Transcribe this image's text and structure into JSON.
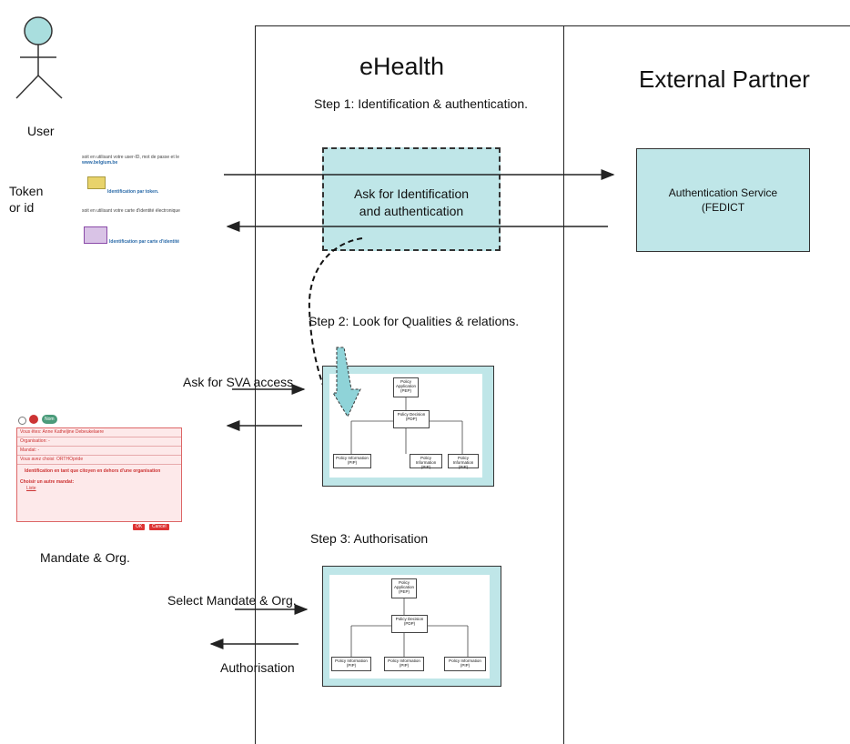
{
  "columns": {
    "ehealth_title": "eHealth",
    "external_title": "External Partner"
  },
  "steps": {
    "step1": "Step 1: Identification & authentication.",
    "step2": "Step 2: Look for Qualities & relations.",
    "step3": "Step 3: Authorisation"
  },
  "boxes": {
    "ask_identification": "Ask for Identification and authentication",
    "auth_service": "Authentication Service (FEDICT"
  },
  "left_labels": {
    "user": "User",
    "token_or_id": "Token\nor id",
    "mandate_org": "Mandate & Org."
  },
  "arrow_labels": {
    "ask_sva": "Ask for SVA access",
    "select_mandate": "Select Mandate & Org.",
    "authorisation": "Authorisation"
  },
  "login_snippet": {
    "line1": "soit en utilisant votre user-ID, mot de passe et le",
    "link1": "www.belgium.be",
    "token_link": "Identification par token.",
    "line2": "soit en utilisant votre carte d'identité électronique",
    "eid_link": "Identification par carte d'identité"
  },
  "mandate_panel": {
    "rows": [
      "Vous êtes: Anne Katheljine Debeukelaere",
      "Organisation: -",
      "Mandat: -",
      "Vous avez choisi: ORTHOpride"
    ],
    "option": "Identification en tant que citoyen en dehors d'une organisation",
    "choose_label": "Choisir un autre mandat:",
    "choose_value": "Liste",
    "ok_button": "OK",
    "cancel_button": "Cancel",
    "badge": "Nom"
  },
  "mini_diagram_1": {
    "top": "Policy Application (PEP)",
    "middle": "Policy Decision (PDP)",
    "left": "Policy Information (PIP)",
    "center": "Policy Information (PIP)",
    "right": "Policy Information (PIP)"
  },
  "mini_diagram_2": {
    "top": "Policy Application (PEP)",
    "middle": "Policy Decision (PDP)",
    "left": "Policy Information (PIP)",
    "center": "Policy Information (PIP)",
    "right": "Policy Information (PIP)"
  },
  "colors": {
    "teal_fill": "#bfe6e8",
    "user_head": "#a9dede",
    "mandate_red": "#cc3333"
  }
}
